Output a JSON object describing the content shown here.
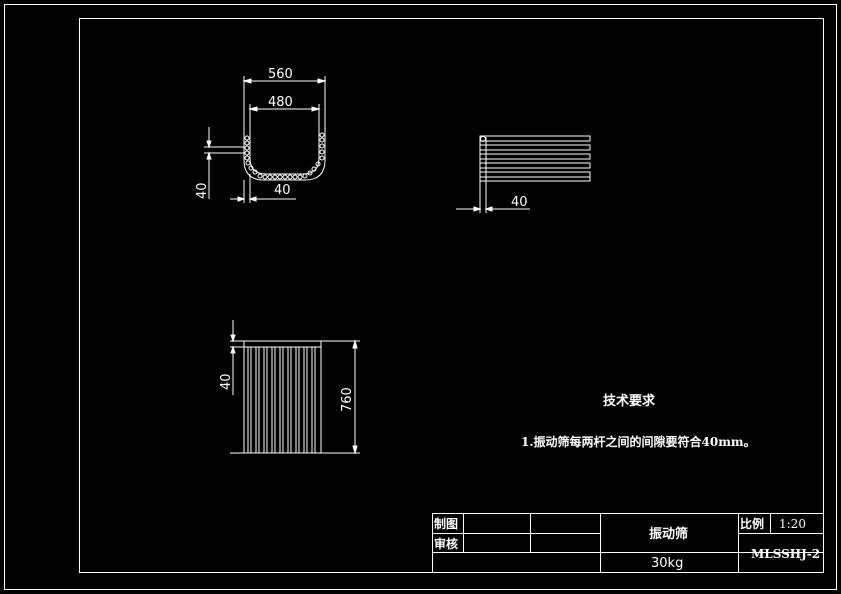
{
  "dimensions": {
    "top_outer_width": "560",
    "top_inner_width": "480",
    "top_side_height": "40",
    "top_bottom_gap": "40",
    "side_gap": "40",
    "front_gap": "40",
    "front_height": "760"
  },
  "notes": {
    "title": "技术要求",
    "item1": "1.振动筛每两杆之间的间隙要符合40mm。"
  },
  "title_block": {
    "drawn_by_label": "制图",
    "checked_by_label": "审核",
    "part_name": "振动筛",
    "weight": "30kg",
    "scale_label": "比例",
    "scale_value": "1:20",
    "drawing_number": "MLSSHJ-2"
  },
  "colors": {
    "background": "#000000",
    "lines": "#ffffff"
  }
}
